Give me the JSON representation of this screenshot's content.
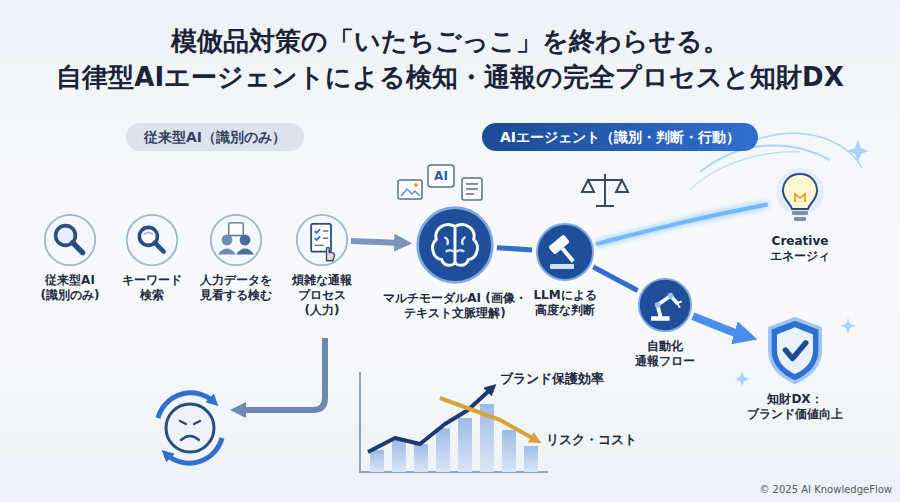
{
  "diagram": {
    "title": "模倣品対策の「いたちごっこ」を終わらせる。 自律型AIエージェントによる検知・通報の完全プロセスと知財DX",
    "nodes": [
      {
        "text": [
          "従来型AI（識別のみ）"
        ]
      },
      {
        "text": [
          "AIエージェント（識別・判断・行動）"
        ]
      },
      {
        "text": [
          "従来型AI (識別のみ)"
        ]
      },
      {
        "text": [
          "キーワード 検索"
        ]
      },
      {
        "text": [
          "人力データを 見看する検む"
        ]
      },
      {
        "text": [
          "煩雑な通報 プロセス (人力)"
        ]
      },
      {
        "text": [
          "マルチモーダルAI (画像・テキスト文脈理解)"
        ]
      },
      {
        "text": [
          "LLMによる 高度な判断"
        ]
      },
      {
        "text": [
          "自動化 通報フロー"
        ]
      },
      {
        "text": [
          "Creative エネージィ"
        ]
      },
      {
        "text": [
          "知財DX： ブランド価値向上"
        ]
      }
    ],
    "edges": [
      {
        "from": 5,
        "to": 6,
        "arrow": "to"
      },
      {
        "from": 6,
        "to": 7,
        "arrow": "none"
      },
      {
        "from": 7,
        "to": 8,
        "arrow": "none"
      },
      {
        "from": 8,
        "to": 10,
        "arrow": "to"
      },
      {
        "from": 7,
        "to": 9,
        "arrow": "none"
      }
    ],
    "labels": [
      "AI",
      "ブランド保護効率",
      "リスク・コスト",
      "© 2025 AI KnowledgeFlow"
    ]
  }
}
